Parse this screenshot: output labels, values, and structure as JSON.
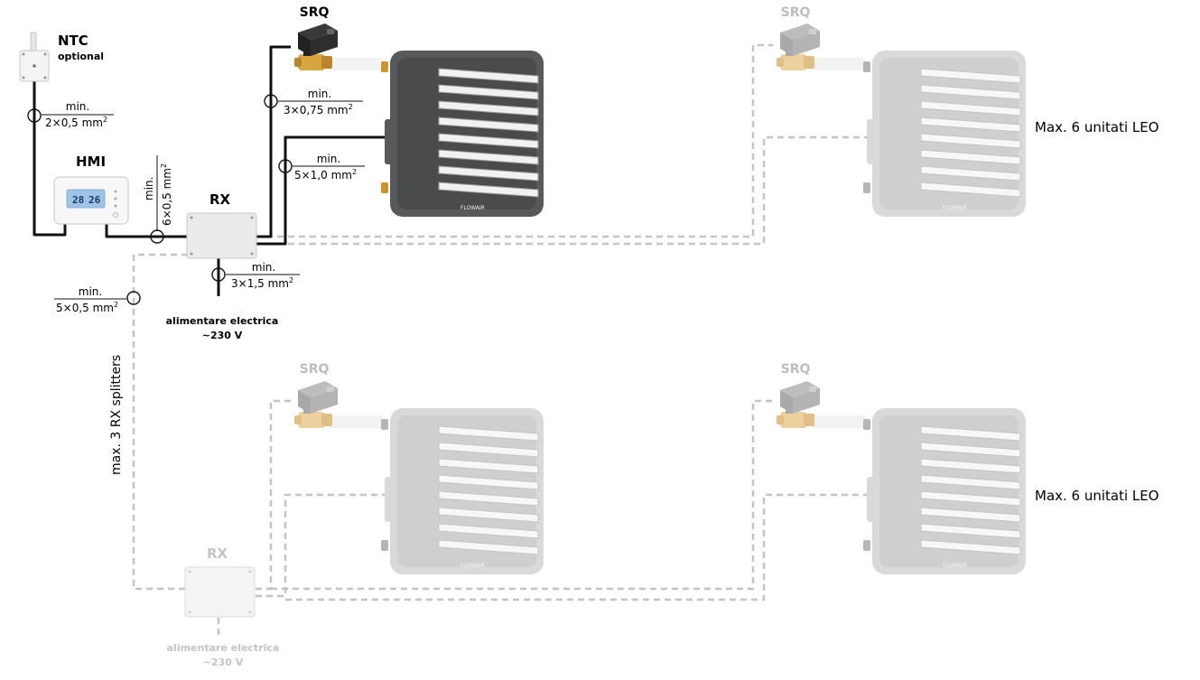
{
  "labels": {
    "ntc": "NTC",
    "ntc_optional": "optional",
    "hmi": "HMI",
    "rx_main": "RX",
    "rx_secondary": "RX",
    "srq": "SRQ",
    "power_main_line1": "alimentare electrica",
    "power_main_line2": "~230 V",
    "power_secondary_line1": "alimentare electrica",
    "power_secondary_line2": "~230 V",
    "max_units_top": "Max. 6 unitati LEO",
    "max_units_bottom": "Max. 6 unitati LEO",
    "max_splitters": "max. 3 RX splitters",
    "brand": "FLOWAIR"
  },
  "hmi_display": {
    "left": "28",
    "right": "26"
  },
  "cables": {
    "ntc_hmi": {
      "min": "min.",
      "spec": "2×0,5 mm",
      "sup": "2"
    },
    "hmi_rx": {
      "min": "min.",
      "spec": "6×0,5 mm",
      "sup": "2"
    },
    "rx_srq": {
      "min": "min.",
      "spec": "3×0,75 mm",
      "sup": "2"
    },
    "rx_leo": {
      "min": "min.",
      "spec": "5×1,0 mm",
      "sup": "2"
    },
    "rx_power": {
      "min": "min.",
      "spec": "3×1,5 mm",
      "sup": "2"
    },
    "rx_rx": {
      "min": "min.",
      "spec": "5×0,5 mm",
      "sup": "2"
    }
  },
  "colors": {
    "active_wire": "#111111",
    "inactive_wire": "#c4c4c4",
    "heater_dark": "#58595b",
    "heater_light": "#d9d9d9",
    "valve_brass": "#d8a640"
  }
}
